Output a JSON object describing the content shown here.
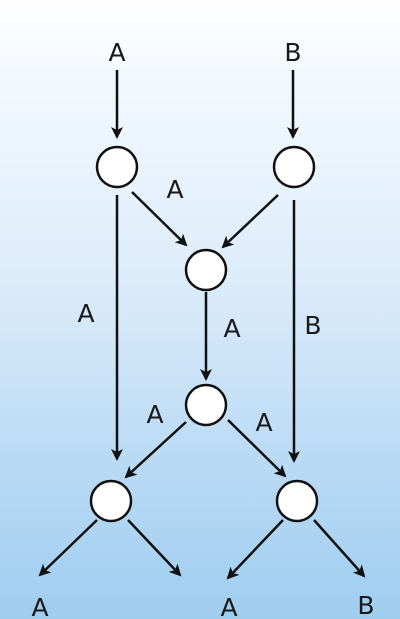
{
  "diagram": {
    "inputs": {
      "left": "A",
      "right": "B"
    },
    "edge_labels": {
      "n1_to_n3": "A",
      "n1_to_n6": "A",
      "n2_to_n6": "B",
      "n3_to_n4": "A",
      "n4_to_n5_left": "A",
      "n4_to_n6_right": "A"
    },
    "outputs": {
      "left": "A",
      "middle": "A",
      "right": "B"
    },
    "colors": {
      "line": "#111111",
      "node_fill": "#ffffff",
      "background_bottom": "#9fcdf0"
    }
  }
}
